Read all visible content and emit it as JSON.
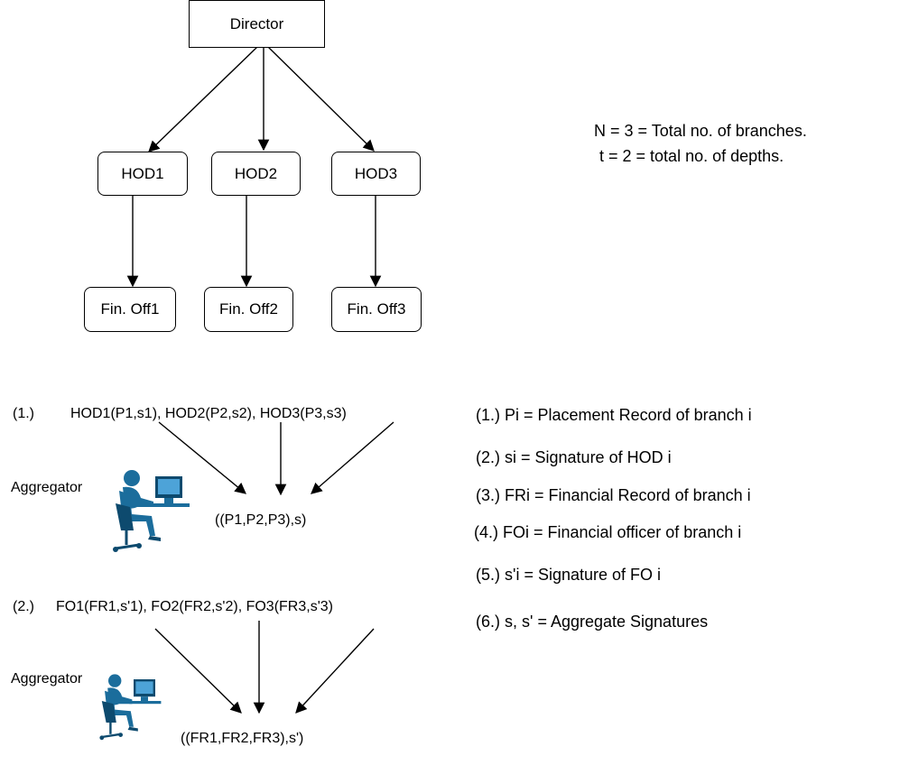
{
  "tree": {
    "root": "Director",
    "hods": [
      "HOD1",
      "HOD2",
      "HOD3"
    ],
    "officers": [
      "Fin. Off1",
      "Fin. Off2",
      "Fin. Off3"
    ]
  },
  "params": {
    "n_line": "N = 3 = Total no. of branches.",
    "t_line": "t = 2 = total no. of depths."
  },
  "step1": {
    "num": "(1.)",
    "inputs": "HOD1(P1,s1), HOD2(P2,s2), HOD3(P3,s3)",
    "aggregator": "Aggregator",
    "output": "((P1,P2,P3),s)"
  },
  "step2": {
    "num": "(2.)",
    "inputs": "FO1(FR1,s'1), FO2(FR2,s'2), FO3(FR3,s'3)",
    "aggregator": "Aggregator",
    "output": "((FR1,FR2,FR3),s')"
  },
  "legend": [
    "(1.) Pi = Placement Record of branch i",
    "(2.) si = Signature of HOD i",
    "(3.) FRi = Financial Record of branch i",
    "(4.) FOi = Financial officer of branch i",
    "(5.) s'i = Signature of FO i",
    "(6.) s, s' = Aggregate Signatures"
  ],
  "colors": {
    "line": "#000000",
    "icon_blue": "#1b6d9c",
    "icon_dark": "#0d4a6e",
    "screen": "#4da3d8"
  }
}
